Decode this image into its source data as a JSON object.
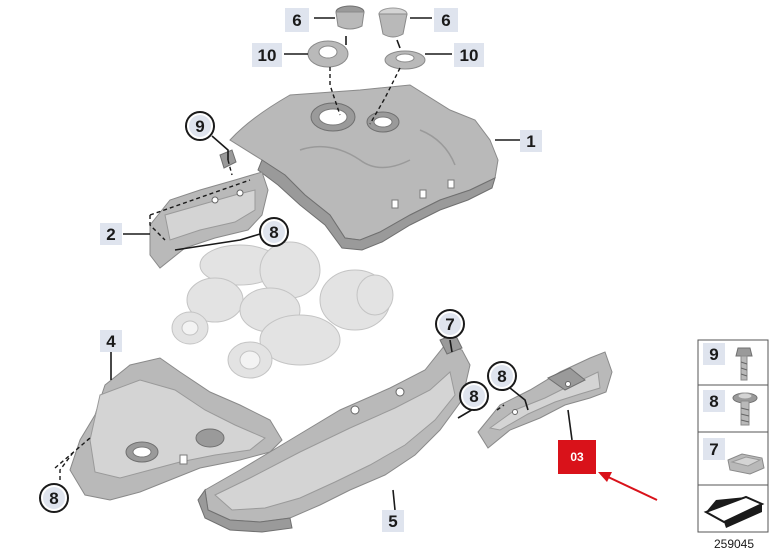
{
  "callouts": {
    "c6a": "6",
    "c6b": "6",
    "c10a": "10",
    "c10b": "10",
    "c9": "9",
    "c1": "1",
    "c2": "2",
    "c8a": "8",
    "c8b": "8",
    "c8c": "8",
    "c8d": "8",
    "c4": "4",
    "c7": "7",
    "c5": "5"
  },
  "highlight": {
    "label": "03",
    "color": "#d9121a",
    "arrow_color": "#d9121a"
  },
  "legend": {
    "items": [
      {
        "number": "9",
        "icon": "bolt-icon"
      },
      {
        "number": "8",
        "icon": "flange-screw-icon"
      },
      {
        "number": "7",
        "icon": "clip-nut-icon"
      }
    ],
    "arrow_icon": "diagram-arrow-icon"
  },
  "diagram_id": "259045"
}
